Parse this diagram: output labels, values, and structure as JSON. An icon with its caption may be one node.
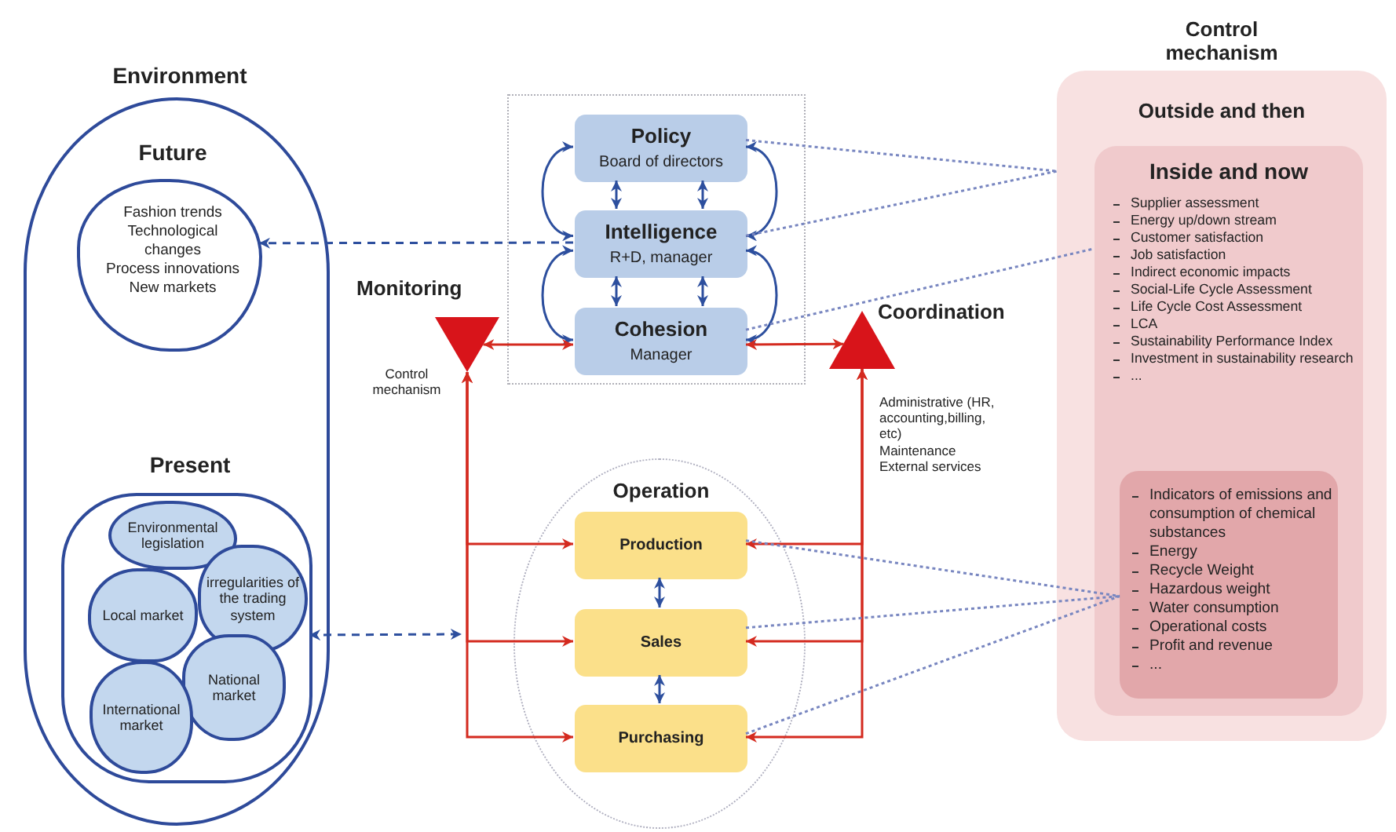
{
  "diagram": {
    "nodes": [
      {
        "text": [
          "Environment"
        ]
      },
      {
        "text": [
          "Future",
          "Fashion trends",
          "Technological changes",
          "Process innovations",
          "New markets"
        ],
        "in": 0
      },
      {
        "text": [
          "Present"
        ],
        "in": 0
      },
      {
        "text": [
          "Environmental legislation"
        ],
        "in": 2
      },
      {
        "text": [
          "irregularities of the trading system"
        ],
        "in": 2
      },
      {
        "text": [
          "Local market"
        ],
        "in": 2
      },
      {
        "text": [
          "National market"
        ],
        "in": 2
      },
      {
        "text": [
          "International market"
        ],
        "in": 2
      },
      {
        "text": [],
        "shape": "box"
      },
      {
        "text": [
          "Policy",
          "Board of directors"
        ],
        "in": 8
      },
      {
        "text": [
          "Intelligence",
          "R+D, manager"
        ],
        "in": 8
      },
      {
        "text": [
          "Cohesion",
          "Manager"
        ],
        "in": 8
      },
      {
        "text": [
          "Monitoring"
        ],
        "beside": [
          "Control mechanism"
        ]
      },
      {
        "text": [
          "Coordination"
        ],
        "beside": [
          "Administrative (HR, accounting,billing, etc)",
          "Maintenance",
          "External services"
        ]
      },
      {
        "text": [
          "Operation"
        ]
      },
      {
        "text": [
          "Production"
        ],
        "in": 14
      },
      {
        "text": [
          "Sales"
        ],
        "in": 14
      },
      {
        "text": [
          "Purchasing"
        ],
        "in": 14
      },
      {
        "text": [
          "Control mechanism",
          "Outside and then"
        ]
      },
      {
        "text": [
          "Inside and now",
          "Supplier assessment",
          "Energy up/down stream",
          "Customer satisfaction",
          "Job satisfaction",
          "Indirect economic impacts",
          "Social-Life Cycle Assessment",
          "Life Cycle Cost Assessment",
          "LCA",
          "Sustainability Performance Index",
          "Investment in sustainability research",
          "..."
        ],
        "in": 18
      },
      {
        "text": [
          "Indicators of emissions and consumption of chemical substances",
          "Energy",
          "Recycle Weight",
          "Hazardous weight",
          "Water consumption",
          "Operational costs",
          "Profit and revenue",
          "..."
        ],
        "in": 19
      }
    ],
    "edges": [
      {
        "from": 10,
        "to": 1,
        "arrow": "to",
        "style": "dashed"
      },
      {
        "from": 2,
        "to": null,
        "arrow": "both",
        "style": "dashed"
      },
      {
        "from": 9,
        "to": 10,
        "arrow": "both"
      },
      {
        "from": 10,
        "to": 11,
        "arrow": "both"
      },
      {
        "from": 9,
        "to": 10,
        "arrow": "both"
      },
      {
        "from": 10,
        "to": 11,
        "arrow": "both"
      },
      {
        "from": 9,
        "to": 10,
        "arrow": "both"
      },
      {
        "from": 9,
        "to": 10,
        "arrow": "both"
      },
      {
        "from": 10,
        "to": 11,
        "arrow": "both"
      },
      {
        "from": 10,
        "to": 11,
        "arrow": "both"
      },
      {
        "from": 12,
        "to": 11,
        "arrow": "both",
        "color": "#d42a1f"
      },
      {
        "from": 11,
        "to": 13,
        "arrow": "both",
        "color": "#d42a1f"
      },
      {
        "from": 12,
        "to": 15,
        "arrow": "both",
        "color": "#d42a1f"
      },
      {
        "from": 12,
        "to": 16,
        "arrow": "both",
        "color": "#d42a1f"
      },
      {
        "from": 12,
        "to": 17,
        "arrow": "both",
        "color": "#d42a1f"
      },
      {
        "from": 13,
        "to": 15,
        "arrow": "both",
        "color": "#d42a1f"
      },
      {
        "from": 13,
        "to": 16,
        "arrow": "both",
        "color": "#d42a1f"
      },
      {
        "from": 13,
        "to": 17,
        "arrow": "both",
        "color": "#d42a1f"
      },
      {
        "from": 15,
        "to": 16,
        "arrow": "both"
      },
      {
        "from": 16,
        "to": 17,
        "arrow": "both"
      },
      {
        "from": 9,
        "to": 18,
        "arrow": "none",
        "style": "dashed",
        "color": "#7886c0"
      },
      {
        "from": 10,
        "to": 18,
        "arrow": "none",
        "style": "dashed",
        "color": "#7886c0"
      },
      {
        "from": 11,
        "to": 19,
        "arrow": "none",
        "style": "dashed",
        "color": "#7886c0"
      },
      {
        "from": 15,
        "to": 20,
        "arrow": "none",
        "style": "dashed",
        "color": "#7886c0"
      },
      {
        "from": 16,
        "to": 20,
        "arrow": "none",
        "style": "dashed",
        "color": "#7886c0"
      },
      {
        "from": 17,
        "to": 20,
        "arrow": "none",
        "style": "dashed",
        "color": "#7886c0"
      }
    ]
  }
}
